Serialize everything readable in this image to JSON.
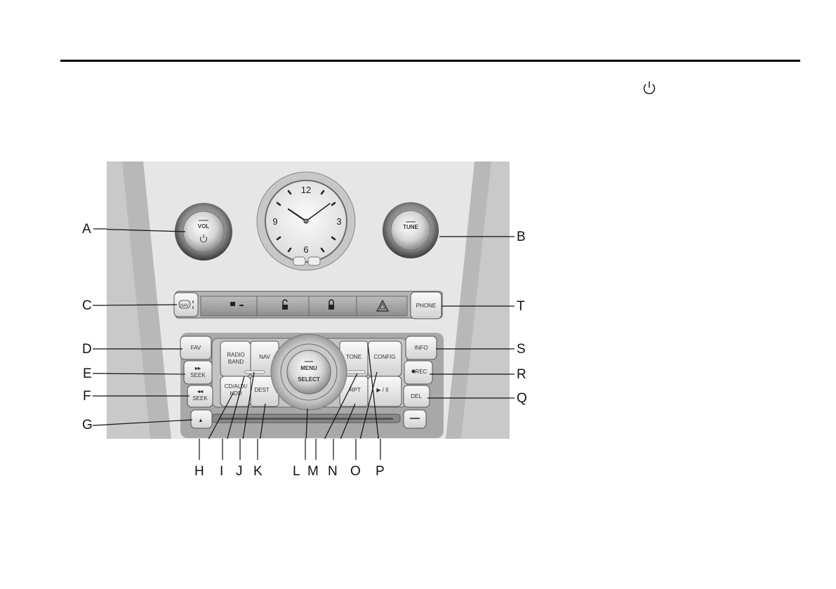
{
  "header": {
    "power_symbol_icon": "power-icon"
  },
  "callouts": {
    "A": "A",
    "B": "B",
    "C": "C",
    "D": "D",
    "E": "E",
    "F": "F",
    "G": "G",
    "H": "H",
    "I": "I",
    "J": "J",
    "K": "K",
    "L": "L",
    "M": "M",
    "N": "N",
    "O": "O",
    "P": "P",
    "Q": "Q",
    "R": "R",
    "S": "S",
    "T": "T"
  },
  "clock": {
    "n12": "12",
    "n3": "3",
    "n6": "6",
    "n9": "9"
  },
  "knobs": {
    "vol": "VOL",
    "tune": "TUNE"
  },
  "buttons": {
    "nav_small": "NAV",
    "phone": "PHONE",
    "fav": "FAV",
    "seek_fwd": "SEEK",
    "seek_back": "SEEK",
    "radio_line1": "RADIO",
    "radio_line2": "BAND",
    "nav": "NAV",
    "tone": "TONE",
    "config": "CONFIG",
    "info": "INFO",
    "rec": "REC",
    "cd_line1": "CD/AUX/",
    "cd_line2": "HDD",
    "dest": "DEST",
    "rpt": "RPT",
    "play_pause": "▶ / II",
    "del": "DEL",
    "menu": "MENU",
    "select": "SELECT"
  }
}
